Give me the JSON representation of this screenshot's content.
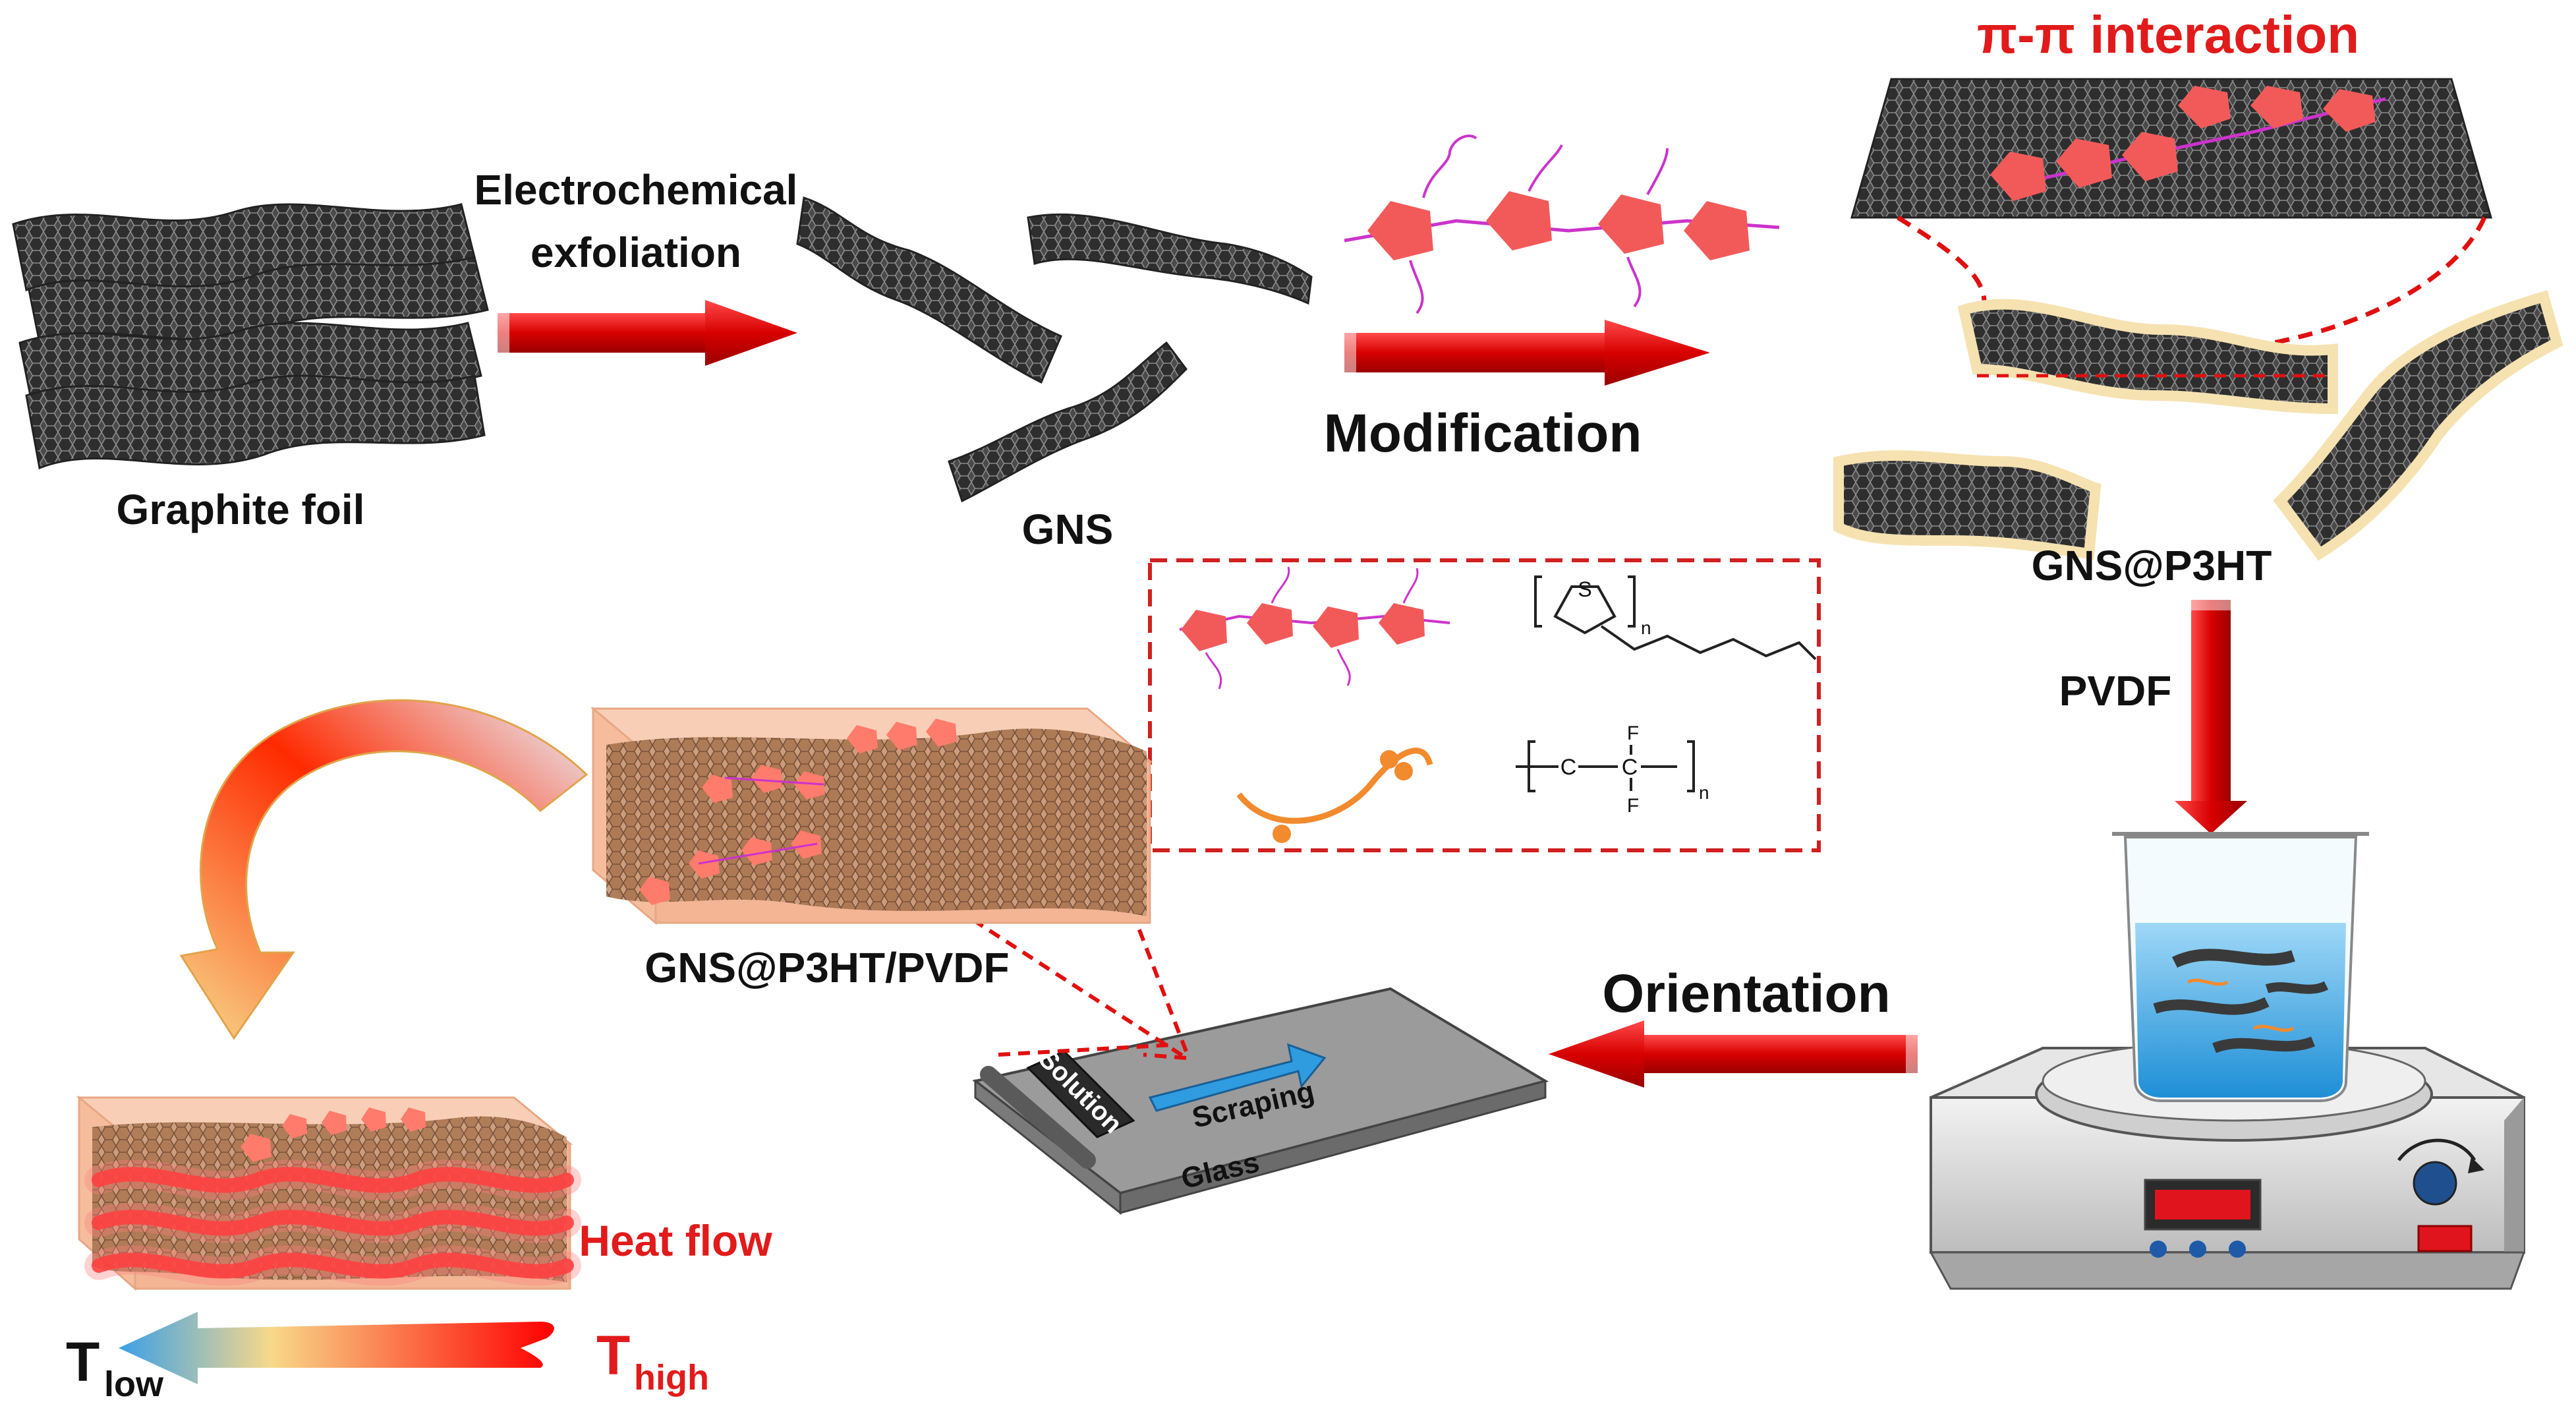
{
  "labels": {
    "graphite_foil": "Graphite foil",
    "electrochemical": "Electrochemical",
    "exfoliation": "exfoliation",
    "gns": "GNS",
    "modification": "Modification",
    "pi_pi": "π-π interaction",
    "gns_p3ht": "GNS@P3HT",
    "pvdf": "PVDF",
    "orientation": "Orientation",
    "gns_p3ht_pvdf": "GNS@P3HT/PVDF",
    "solution": "Solution",
    "scraping": "Scraping",
    "glass": "Glass",
    "heat_flow": "Heat flow",
    "t_low_main": "T",
    "t_low_sub": "low",
    "t_high_main": "T",
    "t_high_sub": "high"
  },
  "legend": {
    "p3ht_s": "S",
    "p3ht_n": "n",
    "pvdf_c1": "C",
    "pvdf_c2": "C",
    "pvdf_f1": "F",
    "pvdf_f2": "F",
    "pvdf_n": "n"
  },
  "colors": {
    "arrow_red": "#e01010",
    "label_red": "#e11b1b",
    "pentagon": "#f25a5a",
    "chain": "#cc33cc",
    "graphene": "#3c3c3c",
    "composite": "#f3b594",
    "beaker_liquid": "#2aa6e6",
    "hotplate": "#d9d9d9",
    "display": "#e0141c",
    "glass": "#8d8d8d",
    "scraper_blue": "#2f9ce0",
    "gradient_low": "#3aa0e8",
    "gradient_mid": "#f7d98a",
    "gradient_high": "#ff0000"
  },
  "icons": [
    "graphite-foil-icon",
    "graphene-sheet-icon",
    "p3ht-chain-icon",
    "beaker-icon",
    "hotplate-icon",
    "glass-slide-icon",
    "composite-block-icon",
    "temperature-gradient-arrow-icon"
  ]
}
